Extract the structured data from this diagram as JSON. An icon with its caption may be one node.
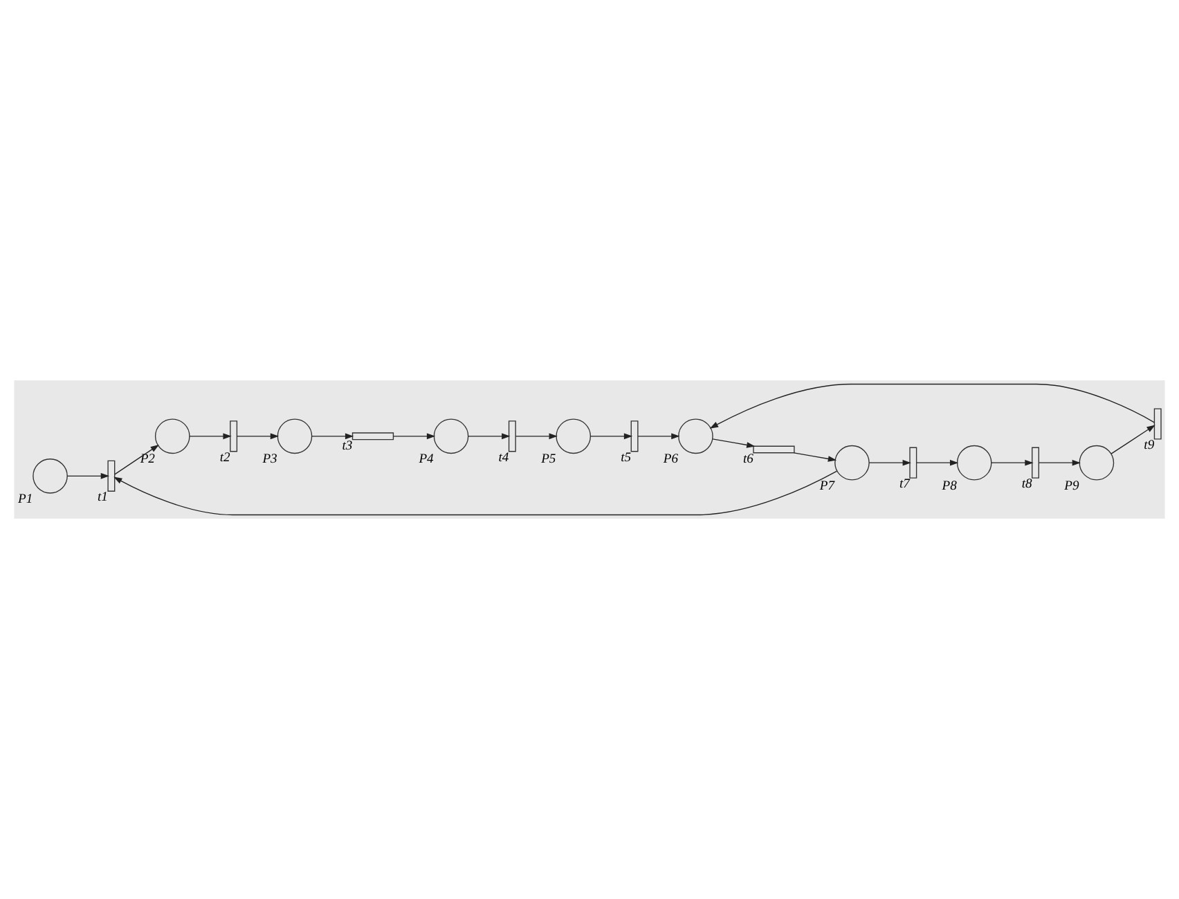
{
  "diagram": {
    "nodes": [
      {
        "text": [],
        "shape": "circle",
        "beside": [
          "P1"
        ]
      },
      {
        "text": [],
        "shape": "bar",
        "beside": [
          "t1"
        ]
      },
      {
        "text": [],
        "shape": "circle",
        "beside": [
          "P2"
        ]
      },
      {
        "text": [],
        "shape": "bar",
        "beside": [
          "t2"
        ]
      },
      {
        "text": [],
        "shape": "circle",
        "beside": [
          "P3"
        ]
      },
      {
        "text": [],
        "shape": "bar",
        "beside": [
          "t3"
        ]
      },
      {
        "text": [],
        "shape": "circle",
        "beside": [
          "P4"
        ]
      },
      {
        "text": [],
        "shape": "bar",
        "beside": [
          "t4"
        ]
      },
      {
        "text": [],
        "shape": "circle",
        "beside": [
          "P5"
        ]
      },
      {
        "text": [],
        "shape": "bar",
        "beside": [
          "t5"
        ]
      },
      {
        "text": [],
        "shape": "circle",
        "beside": [
          "P6"
        ]
      },
      {
        "text": [],
        "shape": "bar",
        "beside": [
          "t6"
        ]
      },
      {
        "text": [],
        "shape": "circle",
        "beside": [
          "P7"
        ]
      },
      {
        "text": [],
        "shape": "bar",
        "beside": [
          "t7"
        ]
      },
      {
        "text": [],
        "shape": "circle",
        "beside": [
          "P8"
        ]
      },
      {
        "text": [],
        "shape": "bar",
        "beside": [
          "t8"
        ]
      },
      {
        "text": [],
        "shape": "circle",
        "beside": [
          "P9"
        ]
      },
      {
        "text": [],
        "shape": "bar",
        "beside": [
          "t9"
        ]
      }
    ],
    "edges": [
      {
        "from": 0,
        "to": 1,
        "arrow": "to"
      },
      {
        "from": 1,
        "to": 2,
        "arrow": "to"
      },
      {
        "from": 2,
        "to": 3,
        "arrow": "to"
      },
      {
        "from": 3,
        "to": 4,
        "arrow": "to"
      },
      {
        "from": 4,
        "to": 5,
        "arrow": "to"
      },
      {
        "from": 5,
        "to": 6,
        "arrow": "to"
      },
      {
        "from": 6,
        "to": 7,
        "arrow": "to"
      },
      {
        "from": 7,
        "to": 8,
        "arrow": "to"
      },
      {
        "from": 8,
        "to": 9,
        "arrow": "to"
      },
      {
        "from": 9,
        "to": 10,
        "arrow": "to"
      },
      {
        "from": 10,
        "to": 11,
        "arrow": "to"
      },
      {
        "from": 11,
        "to": 12,
        "arrow": "to"
      },
      {
        "from": 12,
        "to": 1,
        "arrow": "to"
      },
      {
        "from": 12,
        "to": 13,
        "arrow": "to"
      },
      {
        "from": 13,
        "to": 14,
        "arrow": "to"
      },
      {
        "from": 14,
        "to": 15,
        "arrow": "to"
      },
      {
        "from": 15,
        "to": 16,
        "arrow": "to"
      },
      {
        "from": 16,
        "to": 17,
        "arrow": "to"
      },
      {
        "from": 17,
        "to": 10,
        "arrow": "to"
      }
    ]
  }
}
